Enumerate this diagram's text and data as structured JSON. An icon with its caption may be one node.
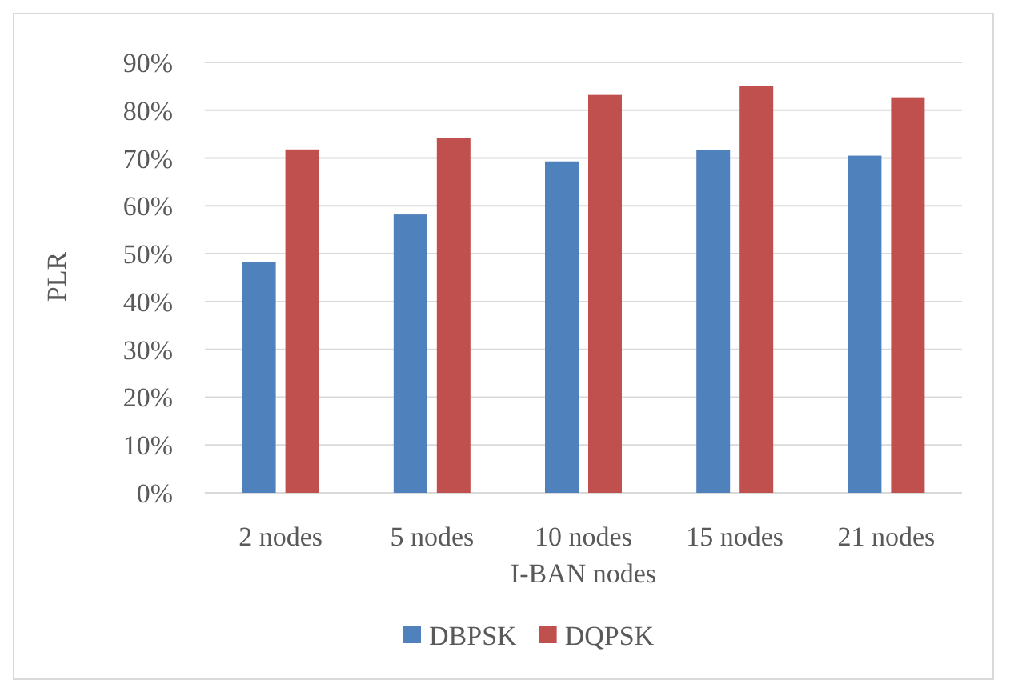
{
  "diagram": {
    "chart_data": {
      "type": "bar",
      "xlabel": "I-BAN nodes",
      "ylabel": "PLR",
      "categories": [
        "2 nodes",
        "5 nodes",
        "10 nodes",
        "15 nodes",
        "21 nodes"
      ],
      "series": [
        {
          "name": "DBPSK",
          "color": "#4f81bd",
          "values": [
            0.482,
            0.582,
            0.693,
            0.716,
            0.705
          ]
        },
        {
          "name": "DQPSK",
          "color": "#c0504d",
          "values": [
            0.718,
            0.742,
            0.832,
            0.851,
            0.827
          ]
        }
      ],
      "ylim": [
        0,
        0.9
      ],
      "grid": true,
      "legend": "bottom",
      "yticks": [
        {
          "value": 0,
          "label": "0%"
        },
        {
          "value": 0.1,
          "label": "10%"
        },
        {
          "value": 0.2,
          "label": "20%"
        },
        {
          "value": 0.3,
          "label": "30%"
        },
        {
          "value": 0.4,
          "label": "40%"
        },
        {
          "value": 0.5,
          "label": "50%"
        },
        {
          "value": 0.6,
          "label": "60%"
        },
        {
          "value": 0.7,
          "label": "70%"
        },
        {
          "value": 0.8,
          "label": "80%"
        },
        {
          "value": 0.9,
          "label": "90%"
        }
      ]
    }
  }
}
